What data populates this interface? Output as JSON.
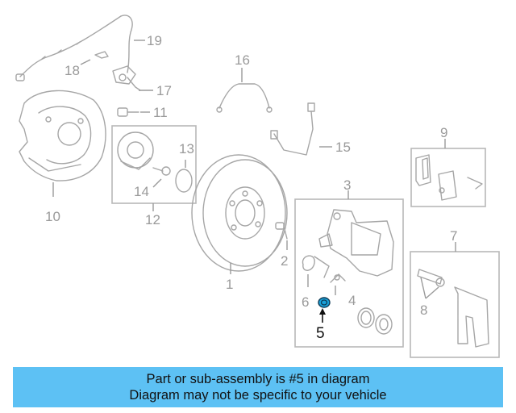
{
  "diagram": {
    "callouts": [
      "1",
      "2",
      "3",
      "4",
      "5",
      "6",
      "7",
      "8",
      "9",
      "10",
      "11",
      "12",
      "13",
      "14",
      "15",
      "16",
      "17",
      "18",
      "19"
    ],
    "highlighted": "5",
    "highlight_color": "#1aa0d8"
  },
  "banner": {
    "line1": "Part or sub-assembly is #5 in diagram",
    "line2": "Diagram may not be specific to your vehicle",
    "background": "#5dc1f4"
  }
}
